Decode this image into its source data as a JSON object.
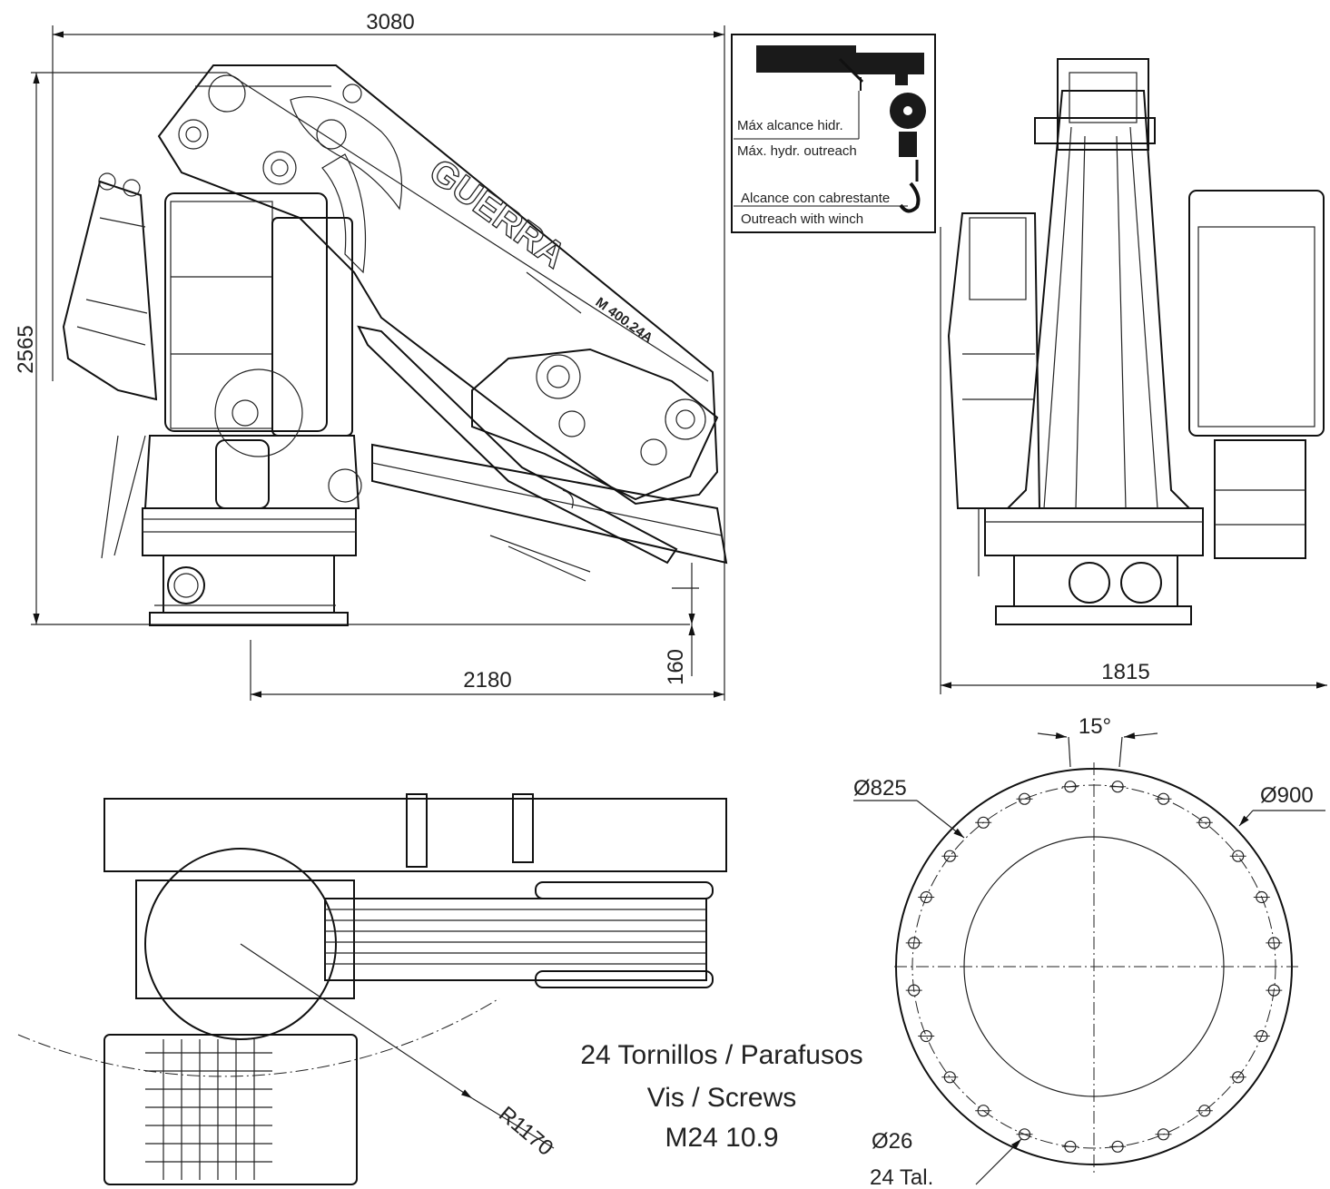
{
  "dimensions": {
    "overall_width": "3080",
    "height": "2565",
    "hydraulic_reach": "2180",
    "base_offset": "160",
    "front_width": "1815",
    "angle": "15°",
    "pcd": "Ø825",
    "outer_diameter": "Ø900",
    "radius": "R1170",
    "hole_diameter": "Ø26",
    "hole_count": "24 Tal."
  },
  "brand": {
    "logo_text": "GUERRA",
    "model_text": "M 400.24A"
  },
  "legend": {
    "line1": "Máx alcance hidr.",
    "line2": "Máx. hydr. outreach",
    "line3": "Alcance con cabrestante",
    "line4": "Outreach with winch"
  },
  "bolts": {
    "line1": "24 Tornillos / Parafusos",
    "line2": "Vis / Screws",
    "line3": "M24 10.9"
  }
}
